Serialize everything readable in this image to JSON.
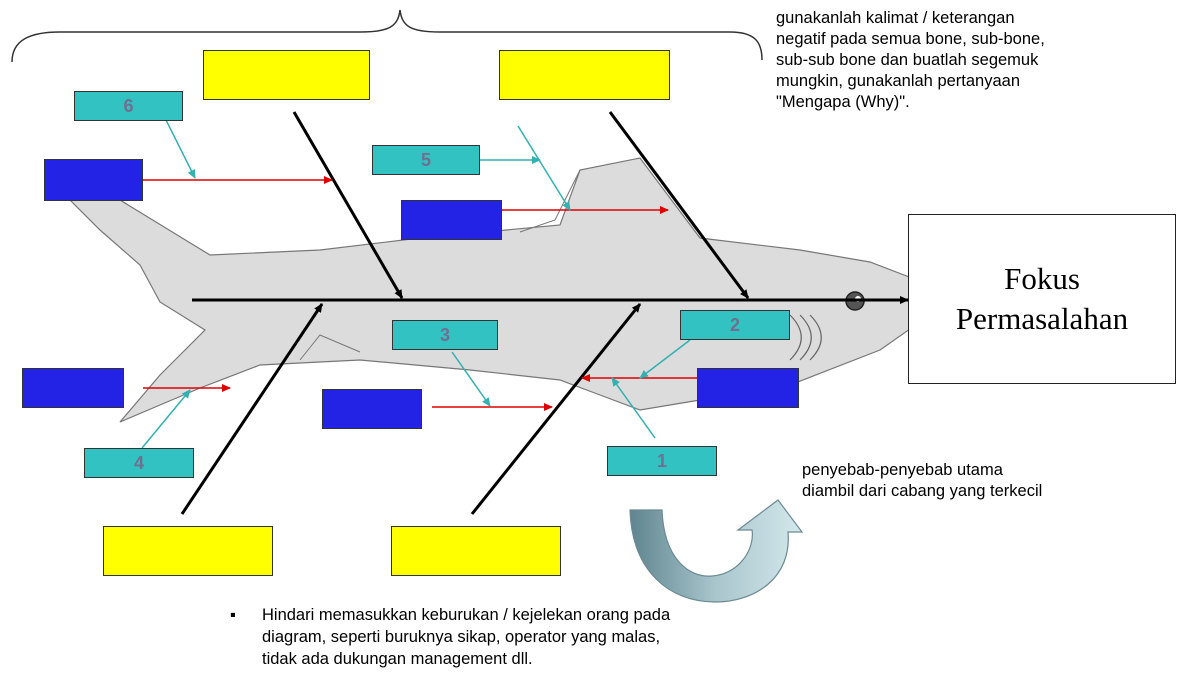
{
  "focus_box": {
    "line1": "Fokus",
    "line2": "Permasalahan"
  },
  "notes": {
    "top_right": [
      "gunakanlah kalimat / keterangan",
      "negatif pada semua bone, sub-bone,",
      "sub-sub bone dan buatlah segemuk",
      "mungkin, gunakanlah pertanyaan",
      "\"Mengapa (Why)\"."
    ],
    "mid_right": [
      "penyebab-penyebab utama",
      "diambil dari cabang yang terkecil"
    ],
    "bottom": [
      "Hindari memasukkan keburukan / kejelekan orang pada",
      "diagram, seperti buruknya sikap, operator yang malas,",
      "tidak ada dukungan management dll."
    ],
    "bullet_symbol": "▪"
  },
  "numbered_boxes": [
    "1",
    "2",
    "3",
    "4",
    "5",
    "6"
  ],
  "colors": {
    "main_bone": "#000000",
    "sub_arrow": "#ff0000",
    "pointer_arrow": "#33c2c2",
    "category_box": "#ffff00",
    "cause_box": "#2323e6",
    "label_box": "#33c2c2",
    "shark_body": "#dcdcdc",
    "cycle_arrow": "#8fb0b8"
  }
}
